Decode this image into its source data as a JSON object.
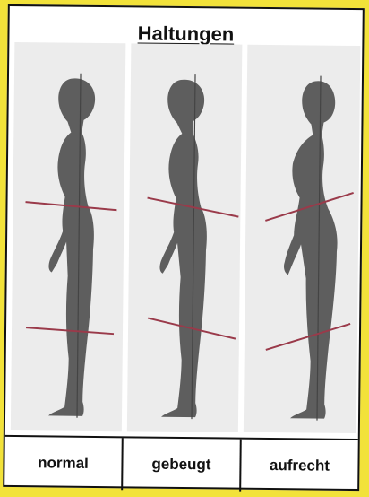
{
  "title": "Haltungen",
  "postures": [
    {
      "label": "normal"
    },
    {
      "label": "gebeugt"
    },
    {
      "label": "aufrecht"
    }
  ],
  "colors": {
    "background": "#f2e23a",
    "figure": "#5e5e5e",
    "pelvis_line": "#9a3a4a",
    "plumb_line": "#444444"
  }
}
